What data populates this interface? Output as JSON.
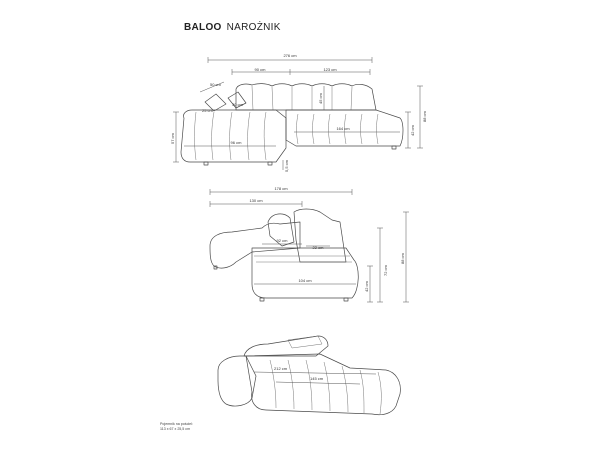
{
  "header": {
    "model": "BALOO",
    "subtitle": "NAROŻNIK"
  },
  "views": {
    "top": {
      "dims": {
        "total_width": "276 cm",
        "seat_section": "90 cm",
        "chaise_section": "123 cm",
        "pillow_w": "50 cm",
        "pillow_a": "25 cm",
        "pillow_b": "30 cm",
        "back_height": "45 cm",
        "seat_depth_long": "164 cm",
        "seat_depth_short": "96 cm",
        "left_height": "57 cm",
        "arm_height": "42 cm",
        "total_height": "88 cm",
        "leg_height": "5,5 cm"
      }
    },
    "side": {
      "dims": {
        "total_depth": "178 cm",
        "seat_length": "130 cm",
        "seat_depth": "92 cm",
        "back_width": "22 cm",
        "bed_length": "104 cm",
        "seat_height": "42 cm",
        "mid_height": "72 cm",
        "total_height": "88 cm"
      }
    },
    "bed": {
      "dims": {
        "bed_width": "212 cm",
        "bed_depth": "145 cm"
      }
    }
  },
  "storage_note": {
    "line1": "Pojemnik na pościel:",
    "line2": "113 x 67 x 25,5 cm"
  }
}
